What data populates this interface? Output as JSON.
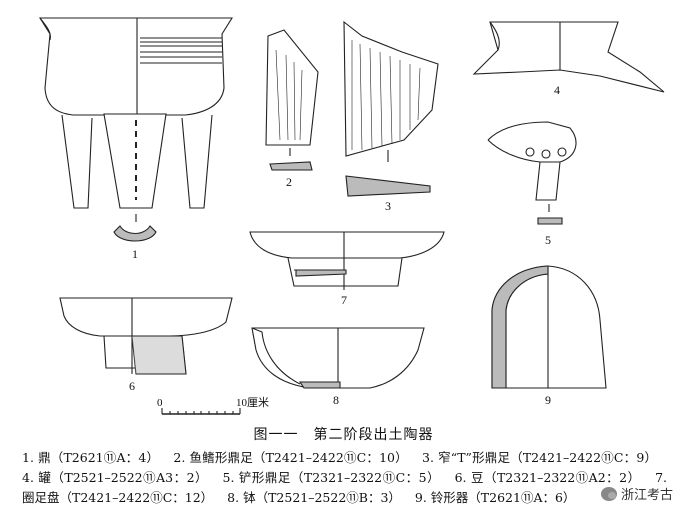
{
  "figure": {
    "labels": [
      "1",
      "2",
      "3",
      "4",
      "5",
      "6",
      "7",
      "8",
      "9"
    ],
    "scale": {
      "start": "0",
      "end": "10厘米"
    }
  },
  "caption": {
    "title": "图一一　第二阶段出土陶器",
    "items": [
      "1. 鼎（T2621⑪A：4）",
      "2. 鱼鳍形鼎足（T2421–2422⑪C：10）",
      "3. 窄“T”形鼎足（T2421–2422⑪C：9）",
      "4. 罐（T2521–2522⑪A3：2）",
      "5. 铲形鼎足（T2321–2322⑪C：5）",
      "6. 豆（T2321–2322⑪A2：2）",
      "7. 圈足盘（T2421–2422⑪C：12）",
      "8. 钵（T2521–2522⑪B：3）",
      "9. 铃形器（T2621⑪A：6）"
    ]
  },
  "watermark": {
    "text": "浙江考古",
    "icon": "wechat-icon"
  }
}
